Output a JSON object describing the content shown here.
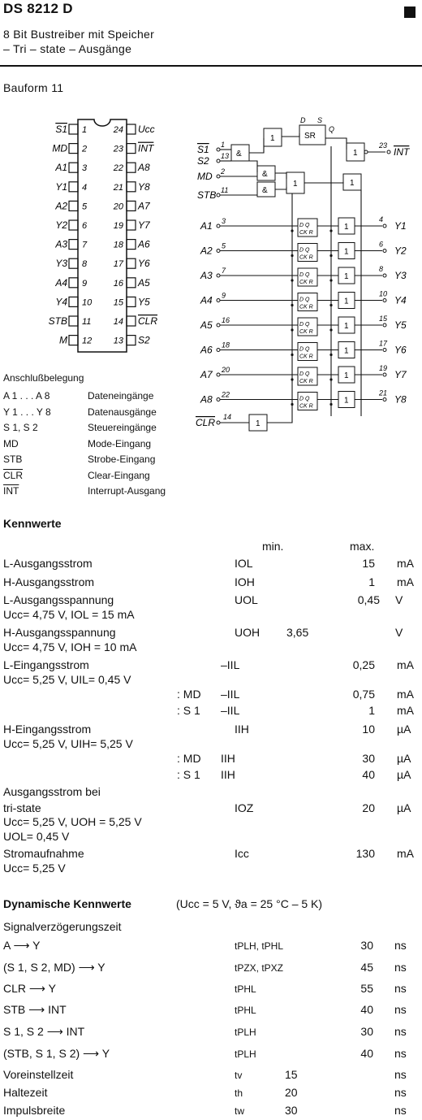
{
  "header": {
    "title": "DS 8212 D",
    "subtitle1": "8 Bit Bustreiber mit Speicher",
    "subtitle2": "– Tri – state – Ausgänge",
    "package": "Bauform 11"
  },
  "pinout": {
    "left": [
      {
        "n": "1",
        "name": "S1"
      },
      {
        "n": "2",
        "name": "MD"
      },
      {
        "n": "3",
        "name": "A1"
      },
      {
        "n": "4",
        "name": "Y1"
      },
      {
        "n": "5",
        "name": "A2"
      },
      {
        "n": "6",
        "name": "Y2"
      },
      {
        "n": "7",
        "name": "A3"
      },
      {
        "n": "8",
        "name": "Y3"
      },
      {
        "n": "9",
        "name": "A4"
      },
      {
        "n": "10",
        "name": "Y4"
      },
      {
        "n": "11",
        "name": "STB"
      },
      {
        "n": "12",
        "name": "M"
      }
    ],
    "right": [
      {
        "n": "24",
        "name": "Ucc"
      },
      {
        "n": "23",
        "name": "INT"
      },
      {
        "n": "22",
        "name": "A8"
      },
      {
        "n": "21",
        "name": "Y8"
      },
      {
        "n": "20",
        "name": "A7"
      },
      {
        "n": "19",
        "name": "Y7"
      },
      {
        "n": "18",
        "name": "A6"
      },
      {
        "n": "17",
        "name": "Y6"
      },
      {
        "n": "16",
        "name": "A5"
      },
      {
        "n": "15",
        "name": "Y5"
      },
      {
        "n": "14",
        "name": "CLR"
      },
      {
        "n": "13",
        "name": "S2"
      }
    ]
  },
  "legend": {
    "heading": "Anschlußbelegung",
    "items": [
      {
        "k": "A 1 . . . A 8",
        "v": "Dateneingänge"
      },
      {
        "k": "Y 1 . . . Y 8",
        "v": "Datenausgänge"
      },
      {
        "k": "S 1, S 2",
        "v": "Steuereingänge"
      },
      {
        "k": "MD",
        "v": "Mode-Eingang"
      },
      {
        "k": "STB",
        "v": "Strobe-Eingang"
      },
      {
        "k": "CLR",
        "v": "Clear-Eingang"
      },
      {
        "k": "INT",
        "v": "Interrupt-Ausgang"
      }
    ]
  },
  "diagram": {
    "inputs": [
      "S1",
      "S2",
      "MD",
      "STB",
      "A1",
      "A2",
      "A3",
      "A4",
      "A5",
      "A6",
      "A7",
      "A8",
      "CLR"
    ],
    "input_pins": [
      "1",
      "13",
      "2",
      "11",
      "3",
      "5",
      "7",
      "9",
      "16",
      "18",
      "20",
      "22",
      "14"
    ],
    "outputs": [
      "INT",
      "Y1",
      "Y2",
      "Y3",
      "Y4",
      "Y5",
      "Y6",
      "Y7",
      "Y8"
    ],
    "output_pins": [
      "23",
      "4",
      "6",
      "8",
      "10",
      "15",
      "17",
      "19",
      "21"
    ],
    "gate_and": "&",
    "gate_one": "1",
    "sr_label": "SR",
    "s_label": "S",
    "d_label": "D",
    "r_label": "R",
    "q_label": "Q",
    "dq_top": "D Q",
    "dq_bot": "CK R"
  },
  "kennwerte": {
    "heading": "Kennwerte",
    "col_min": "min.",
    "col_max": "max.",
    "rows": [
      {
        "label": "L-Ausgangsstrom",
        "sym": "IOL",
        "min": "",
        "max": "15",
        "unit": "mA"
      },
      {
        "label": "H-Ausgangsstrom",
        "sym": "IOH",
        "min": "",
        "max": "1",
        "unit": "mA"
      },
      {
        "label": "L-Ausgangsspannung",
        "sym": "UOL",
        "min": "",
        "max": "0,45",
        "unit": "V"
      },
      {
        "label": "Ucc= 4,75 V, IOL = 15 mA",
        "sym": "",
        "min": "",
        "max": "",
        "unit": ""
      },
      {
        "label": "H-Ausgangsspannung",
        "sym": "UOH",
        "min": "3,65",
        "max": "",
        "unit": "V"
      },
      {
        "label": "Ucc= 4,75 V,   IOH = 10 mA",
        "sym": "",
        "min": "",
        "max": "",
        "unit": ""
      },
      {
        "label": "L-Eingangsstrom",
        "sym": "–IIL",
        "min": "",
        "max": "0,25",
        "unit": "mA"
      },
      {
        "label": "Ucc= 5,25 V, UIL= 0,45 V",
        "sym": "",
        "min": "",
        "max": "",
        "unit": ""
      },
      {
        "label": ": MD",
        "sym": "–IIL",
        "min": "",
        "max": "0,75",
        "unit": "mA"
      },
      {
        "label": ": S 1",
        "sym": "–IIL",
        "min": "",
        "max": "1",
        "unit": "mA"
      },
      {
        "label": "H-Eingangsstrom",
        "sym": "IIH",
        "min": "",
        "max": "10",
        "unit": "µA"
      },
      {
        "label": "Ucc= 5,25 V, UIH= 5,25 V",
        "sym": "",
        "min": "",
        "max": "",
        "unit": ""
      },
      {
        "label": ": MD",
        "sym": "IIH",
        "min": "",
        "max": "30",
        "unit": "µA"
      },
      {
        "label": ": S 1",
        "sym": "IIH",
        "min": "",
        "max": "40",
        "unit": "µA"
      },
      {
        "label": "Ausgangsstrom bei",
        "sym": "",
        "min": "",
        "max": "",
        "unit": ""
      },
      {
        "label": "tri-state",
        "sym": "IOZ",
        "min": "",
        "max": "20",
        "unit": "µA"
      },
      {
        "label": "Ucc= 5,25 V, UOH = 5,25 V",
        "sym": "",
        "min": "",
        "max": "",
        "unit": ""
      },
      {
        "label": "UOL= 0,45 V",
        "sym": "",
        "min": "",
        "max": "",
        "unit": ""
      },
      {
        "label": "Stromaufnahme",
        "sym": "Icc",
        "min": "",
        "max": "130",
        "unit": "mA"
      },
      {
        "label": "Ucc= 5,25 V",
        "sym": "",
        "min": "",
        "max": "",
        "unit": ""
      }
    ]
  },
  "dynamisch": {
    "heading": "Dynamische Kennwerte",
    "cond": "(Ucc = 5 V, ϑa = 25 °C – 5 K)",
    "sub": "Signalverzögerungszeit",
    "rows": [
      {
        "label": "A ⟶ Y",
        "sym": "tPLH, tPHL",
        "min": "",
        "max": "30",
        "unit": "ns"
      },
      {
        "label": "(S 1, S 2, MD) ⟶ Y",
        "sym": "tPZX, tPXZ",
        "min": "",
        "max": "45",
        "unit": "ns"
      },
      {
        "label": "CLR ⟶ Y",
        "sym": "tPHL",
        "min": "",
        "max": "55",
        "unit": "ns"
      },
      {
        "label": "STB ⟶ INT",
        "sym": "tPHL",
        "min": "",
        "max": "40",
        "unit": "ns"
      },
      {
        "label": "S 1, S 2 ⟶ INT",
        "sym": "tPLH",
        "min": "",
        "max": "30",
        "unit": "ns"
      },
      {
        "label": "(STB, S 1, S 2) ⟶ Y",
        "sym": "tPLH",
        "min": "",
        "max": "40",
        "unit": "ns"
      },
      {
        "label": "Voreinstellzeit",
        "sym": "tv",
        "min": "15",
        "max": "",
        "unit": "ns"
      },
      {
        "label": "Haltezeit",
        "sym": "th",
        "min": "20",
        "max": "",
        "unit": "ns"
      },
      {
        "label": "Impulsbreite",
        "sym": "tw",
        "min": "30",
        "max": "",
        "unit": "ns"
      }
    ]
  }
}
